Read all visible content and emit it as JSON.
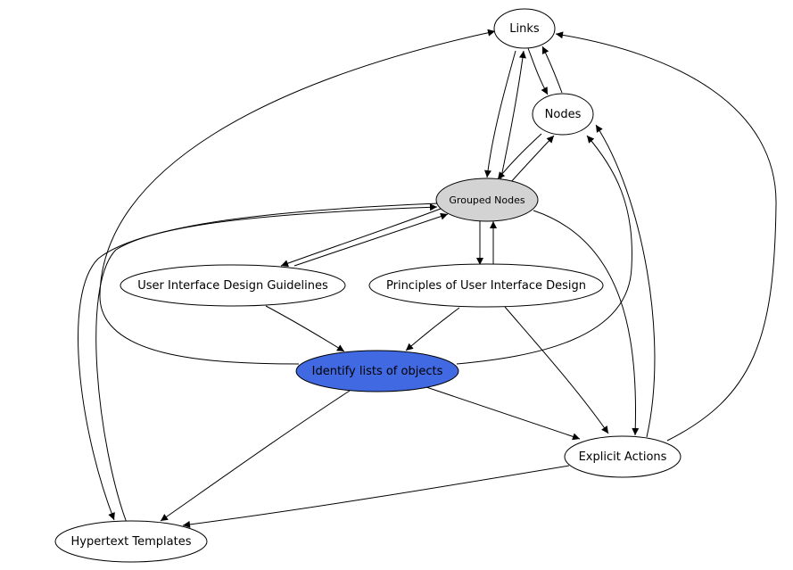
{
  "diagram": {
    "nodes": {
      "links": {
        "label": "Links",
        "fill": "#ffffff"
      },
      "nodes": {
        "label": "Nodes",
        "fill": "#ffffff"
      },
      "grouped": {
        "label": "Grouped Nodes",
        "fill": "#d3d3d3"
      },
      "uidg": {
        "label": "User Interface Design Guidelines",
        "fill": "#ffffff"
      },
      "puid": {
        "label": "Principles of User Interface Design",
        "fill": "#ffffff"
      },
      "identify": {
        "label": "Identify lists of objects",
        "fill": "#4169e1"
      },
      "explicit": {
        "label": "Explicit Actions",
        "fill": "#ffffff"
      },
      "hypertext": {
        "label": "Hypertext Templates",
        "fill": "#ffffff"
      }
    },
    "edges": [
      {
        "from": "links",
        "to": "nodes"
      },
      {
        "from": "nodes",
        "to": "links"
      },
      {
        "from": "links",
        "to": "grouped"
      },
      {
        "from": "grouped",
        "to": "links"
      },
      {
        "from": "nodes",
        "to": "grouped"
      },
      {
        "from": "grouped",
        "to": "nodes"
      },
      {
        "from": "grouped",
        "to": "uidg"
      },
      {
        "from": "uidg",
        "to": "grouped"
      },
      {
        "from": "grouped",
        "to": "puid"
      },
      {
        "from": "puid",
        "to": "grouped"
      },
      {
        "from": "grouped",
        "to": "explicit"
      },
      {
        "from": "grouped",
        "to": "hypertext"
      },
      {
        "from": "hypertext",
        "to": "grouped"
      },
      {
        "from": "uidg",
        "to": "identify"
      },
      {
        "from": "puid",
        "to": "identify"
      },
      {
        "from": "puid",
        "to": "explicit"
      },
      {
        "from": "identify",
        "to": "links"
      },
      {
        "from": "identify",
        "to": "nodes"
      },
      {
        "from": "identify",
        "to": "explicit"
      },
      {
        "from": "identify",
        "to": "hypertext"
      },
      {
        "from": "explicit",
        "to": "nodes"
      },
      {
        "from": "explicit",
        "to": "links"
      },
      {
        "from": "explicit",
        "to": "hypertext"
      }
    ]
  }
}
